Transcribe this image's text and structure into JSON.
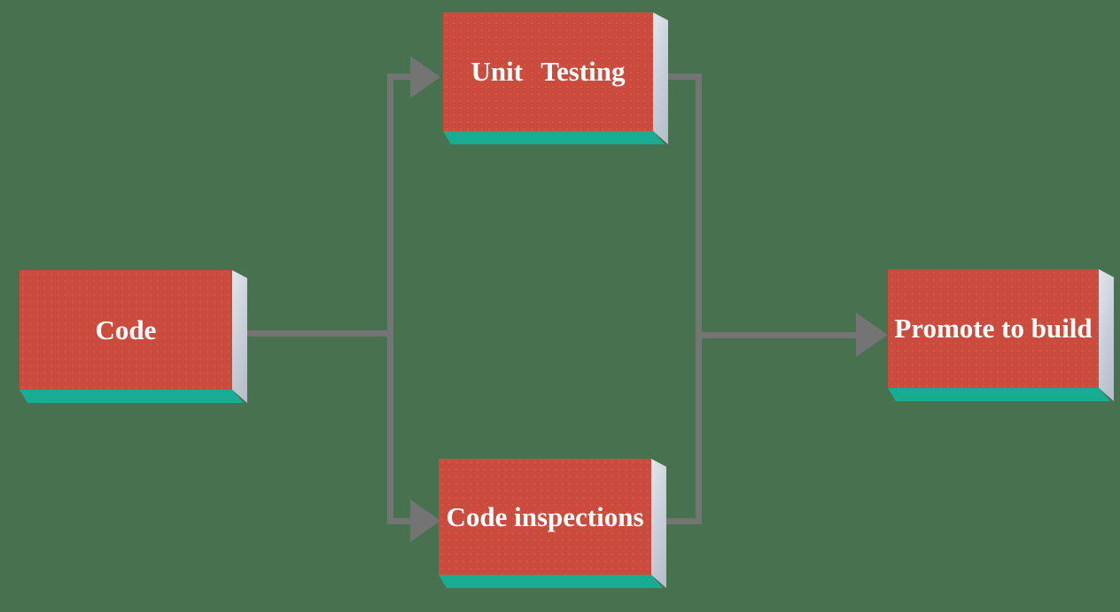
{
  "diagram": {
    "type": "flowchart",
    "direction": "left-to-right",
    "nodes": [
      {
        "id": "code",
        "label": "Code"
      },
      {
        "id": "unit-testing",
        "label": "Unit Testing"
      },
      {
        "id": "code-inspections",
        "label": "Code inspections"
      },
      {
        "id": "promote-to-build",
        "label": "Promote to build"
      }
    ],
    "edges": [
      {
        "from": "code",
        "to": "unit-testing"
      },
      {
        "from": "code",
        "to": "code-inspections"
      },
      {
        "from": "unit-testing",
        "to": "promote-to-build"
      },
      {
        "from": "code-inspections",
        "to": "promote-to-build"
      }
    ],
    "colors": {
      "canvas": "#48724F",
      "node_fill": "#CB4B3D",
      "node_side": "#C6CDD8",
      "node_bottom": "#19AC94",
      "connector": "#747474",
      "label_text": "#FFFFFF"
    }
  }
}
